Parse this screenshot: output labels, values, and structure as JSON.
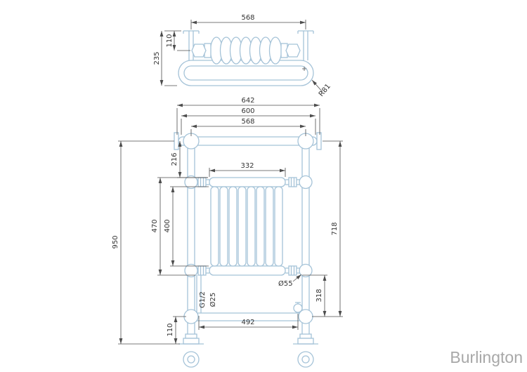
{
  "brand": "Burlington",
  "drawing": {
    "top_view": {
      "dim_width": "568",
      "dim_depth_coil": "110",
      "dim_depth_total": "235",
      "dim_radius": "R81"
    },
    "front_view": {
      "dim_overall_width": "642",
      "dim_rail_width": "600",
      "dim_post_centres": "568",
      "dim_top_offset": "216",
      "dim_core_width": "332",
      "dim_core_height_overall": "470",
      "dim_core_height": "400",
      "dim_overall_height": "950",
      "dim_rail_to_rail": "718",
      "dim_bottom_section": "318",
      "dim_foot_height": "110",
      "dim_valve_centres": "492",
      "label_thread": "G1/2",
      "label_pipe_dia": "Ø25",
      "label_ball_dia": "Ø55"
    }
  },
  "colors": {
    "object_line": "#a5c3d8",
    "dimension_line": "#4d4d4d",
    "brand_text": "#a8a8a8",
    "background": "#ffffff"
  }
}
